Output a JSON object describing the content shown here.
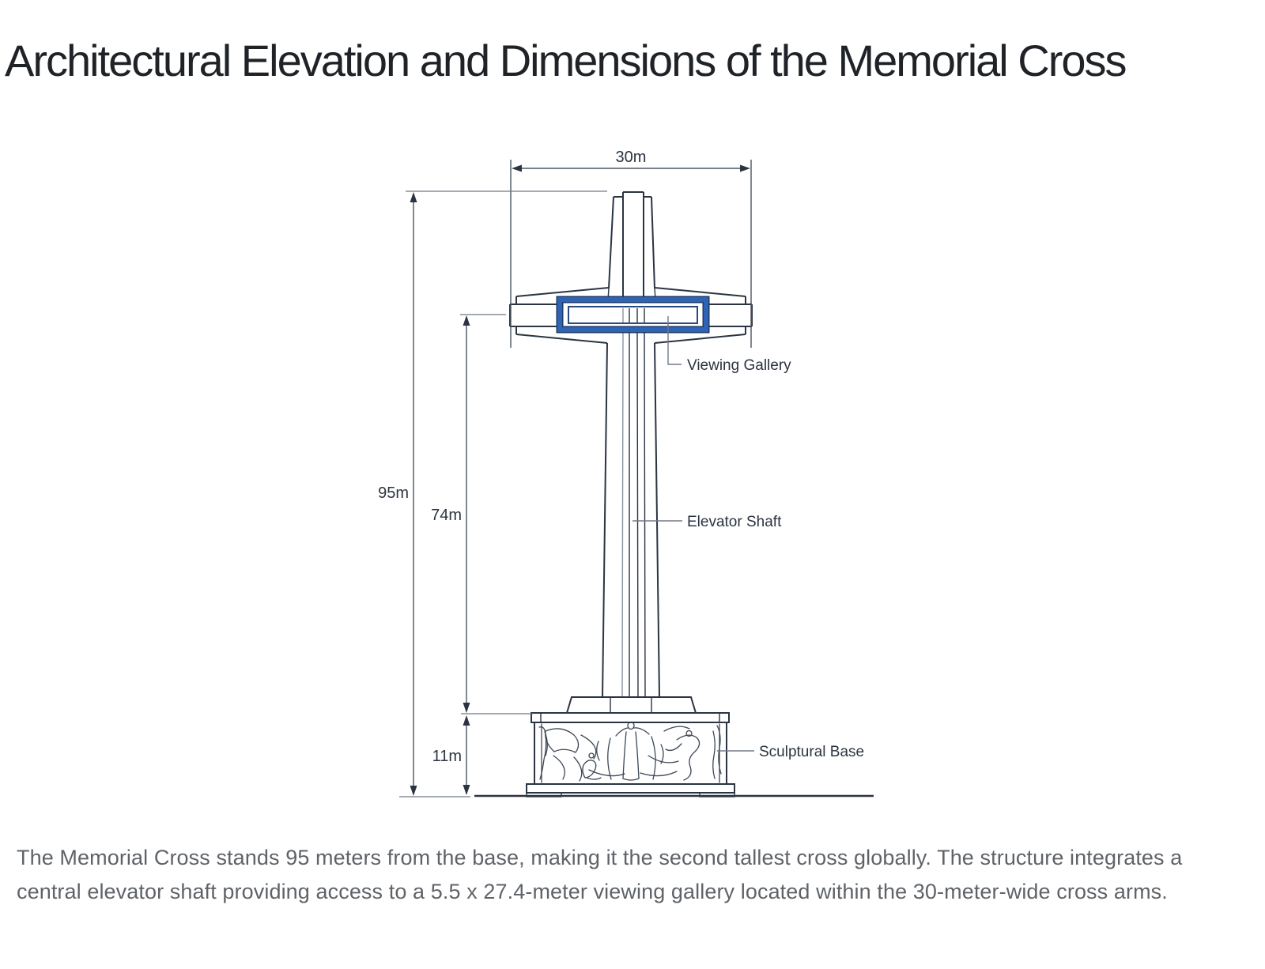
{
  "title": "Architectural Elevation and Dimensions of the Memorial Cross",
  "diagram": {
    "dimensions": {
      "arm_width": "30m",
      "total_height": "95m",
      "shaft_height": "74m",
      "base_height": "11m"
    },
    "labels": {
      "viewing_gallery": "Viewing Gallery",
      "elevator_shaft": "Elevator Shaft",
      "sculptural_base": "Sculptural Base"
    },
    "colors": {
      "structure_line": "#2b3442",
      "dimension_line": "#4a5561",
      "leader_line": "#707a85",
      "highlight_blue": "#2e63b5",
      "highlight_navy": "#1c3a69"
    }
  },
  "caption": "The Memorial Cross stands 95 meters from the base, making it the second tallest cross globally. The structure integrates a central elevator shaft providing access to a 5.5 x 27.4-meter viewing gallery located within the 30-meter-wide cross arms."
}
